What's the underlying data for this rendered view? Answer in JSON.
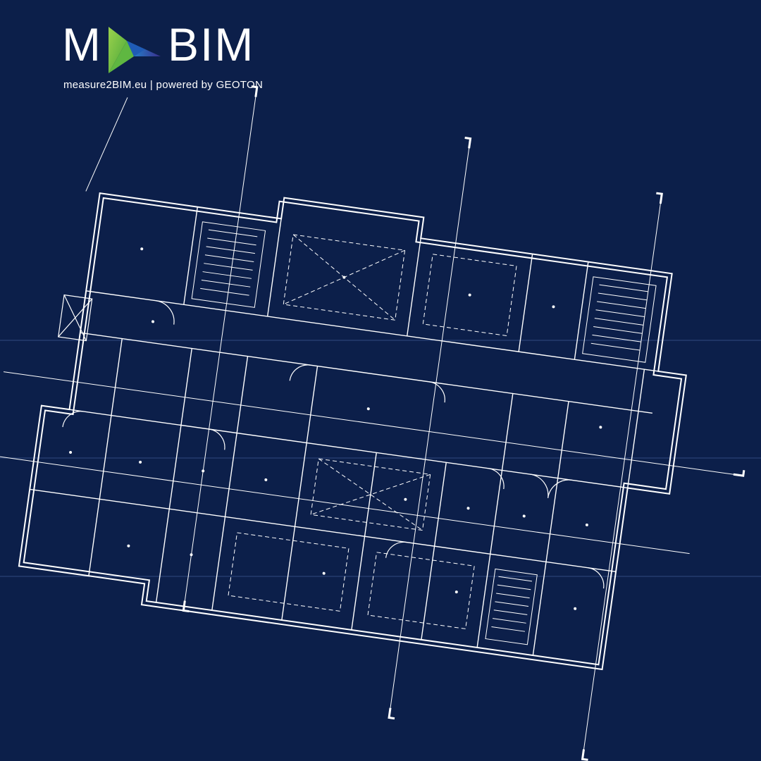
{
  "brand": {
    "left_letter": "M",
    "right_letters": "BIM",
    "tagline": "measure2BIM.eu | powered by GEOTON",
    "colors": {
      "background": "#0c1f4a",
      "linework": "#ffffff",
      "mark_green": "#7dc242",
      "mark_blue": "#1f5bb5",
      "mark_violet": "#3b2e8c"
    }
  }
}
